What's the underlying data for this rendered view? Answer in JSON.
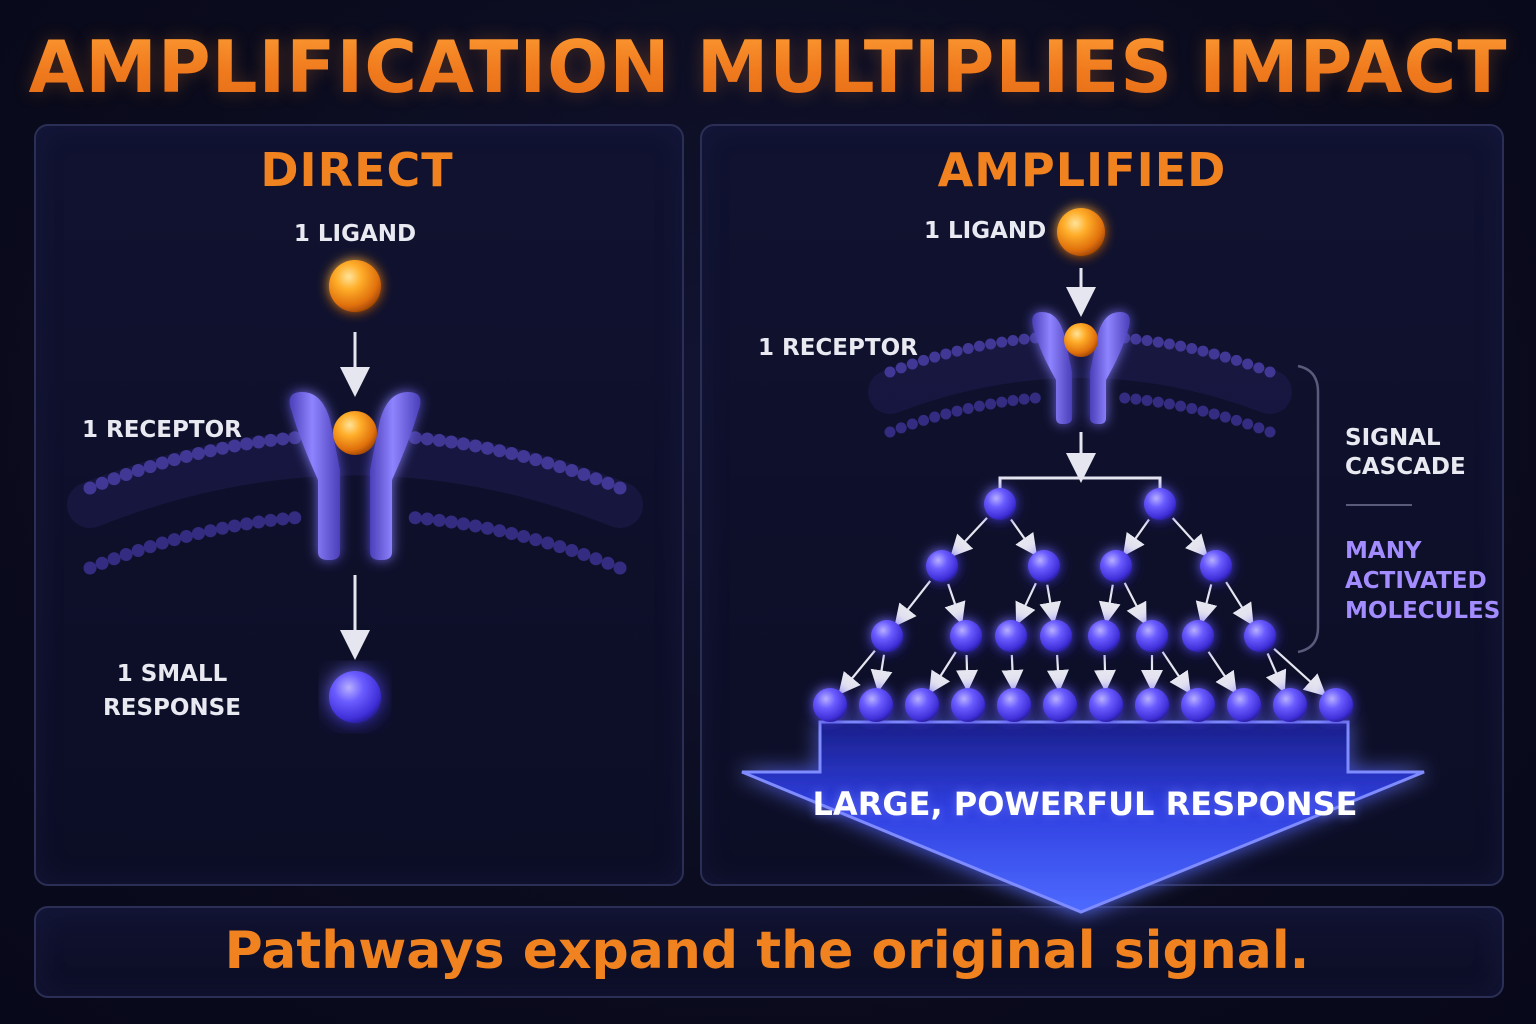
{
  "title": "AMPLIFICATION MULTIPLIES IMPACT",
  "direct": {
    "heading": "DIRECT",
    "ligand_label": "1 LIGAND",
    "receptor_label": "1 RECEPTOR",
    "response_label_line1": "1 SMALL",
    "response_label_line2": "RESPONSE"
  },
  "amplified": {
    "heading": "AMPLIFIED",
    "ligand_label": "1 LIGAND",
    "receptor_label": "1 RECEPTOR",
    "cascade_label_line1": "SIGNAL",
    "cascade_label_line2": "CASCADE",
    "molecules_label_line1": "MANY",
    "molecules_label_line2": "ACTIVATED",
    "molecules_label_line3": "MOLECULES",
    "response_label": "LARGE, POWERFUL RESPONSE"
  },
  "caption": "Pathways expand the original signal.",
  "colors": {
    "accent_orange": "#f0821f",
    "ligand_orange": "#f59a1a",
    "receptor_purple": "#7b6ff0",
    "molecule_blue": "#5b4cf5",
    "label_purple": "#a38cff",
    "text_white": "#e9e9f2"
  }
}
